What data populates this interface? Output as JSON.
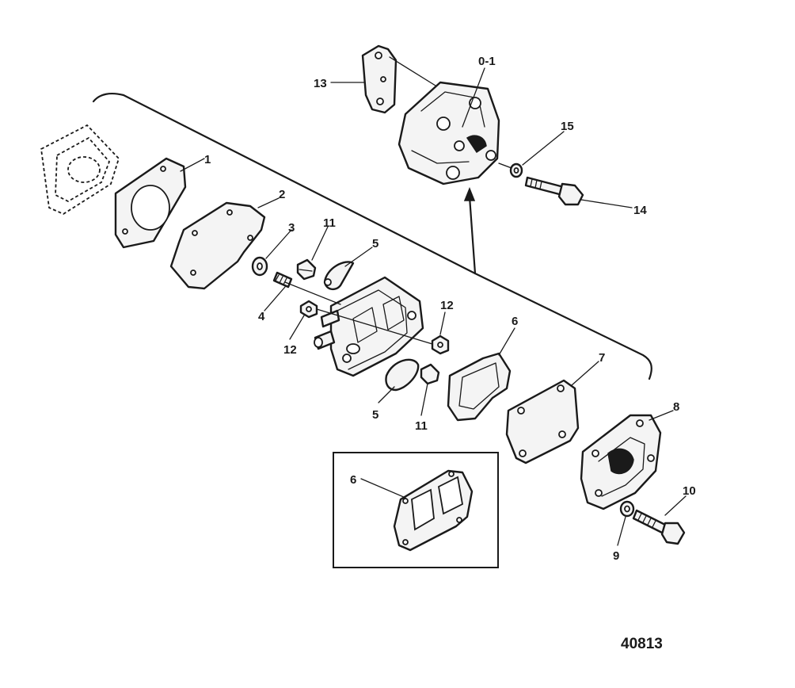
{
  "diagram": {
    "figure_number": "40813",
    "callouts": {
      "c1": "1",
      "c2": "2",
      "c3": "3",
      "c4": "4",
      "c5a": "5",
      "c5b": "5",
      "c6a": "6",
      "c6b": "6",
      "c7": "7",
      "c8": "8",
      "c9": "9",
      "c10": "10",
      "c11a": "11",
      "c11b": "11",
      "c12a": "12",
      "c12b": "12",
      "c13": "13",
      "c14": "14",
      "c15": "15",
      "c01": "0-1"
    }
  }
}
